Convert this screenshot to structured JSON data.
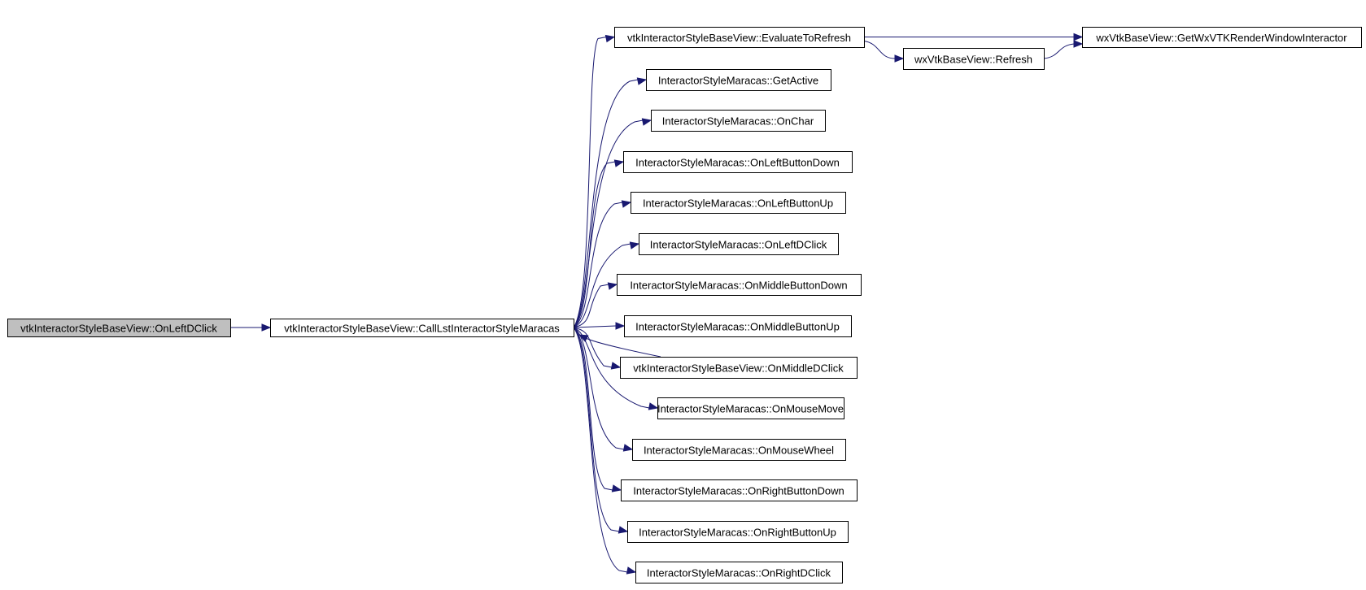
{
  "diagram": {
    "nodes": [
      {
        "id": "root",
        "label": "vtkInteractorStyleBaseView::OnLeftDClick",
        "highlighted": true
      },
      {
        "id": "call",
        "label": "vtkInteractorStyleBaseView::CallLstInteractorStyleMaracas"
      },
      {
        "id": "eval",
        "label": "vtkInteractorStyleBaseView::EvaluateToRefresh"
      },
      {
        "id": "getwx",
        "label": "wxVtkBaseView::GetWxVTKRenderWindowInteractor"
      },
      {
        "id": "refresh",
        "label": "wxVtkBaseView::Refresh"
      },
      {
        "id": "getactive",
        "label": "InteractorStyleMaracas::GetActive"
      },
      {
        "id": "onchar",
        "label": "InteractorStyleMaracas::OnChar"
      },
      {
        "id": "lbd",
        "label": "InteractorStyleMaracas::OnLeftButtonDown"
      },
      {
        "id": "lbu",
        "label": "InteractorStyleMaracas::OnLeftButtonUp"
      },
      {
        "id": "ldc",
        "label": "InteractorStyleMaracas::OnLeftDClick"
      },
      {
        "id": "mbd",
        "label": "InteractorStyleMaracas::OnMiddleButtonDown"
      },
      {
        "id": "mbu",
        "label": "InteractorStyleMaracas::OnMiddleButtonUp"
      },
      {
        "id": "mdc",
        "label": "vtkInteractorStyleBaseView::OnMiddleDClick"
      },
      {
        "id": "mm",
        "label": "InteractorStyleMaracas::OnMouseMove"
      },
      {
        "id": "mw",
        "label": "InteractorStyleMaracas::OnMouseWheel"
      },
      {
        "id": "rbd",
        "label": "InteractorStyleMaracas::OnRightButtonDown"
      },
      {
        "id": "rbu",
        "label": "InteractorStyleMaracas::OnRightButtonUp"
      },
      {
        "id": "rdc",
        "label": "InteractorStyleMaracas::OnRightDClick"
      }
    ],
    "edges": [
      {
        "from": "root",
        "to": "call"
      },
      {
        "from": "call",
        "to": "eval"
      },
      {
        "from": "call",
        "to": "getactive"
      },
      {
        "from": "call",
        "to": "onchar"
      },
      {
        "from": "call",
        "to": "lbd"
      },
      {
        "from": "call",
        "to": "lbu"
      },
      {
        "from": "call",
        "to": "ldc"
      },
      {
        "from": "call",
        "to": "mbd"
      },
      {
        "from": "call",
        "to": "mbu"
      },
      {
        "from": "call",
        "to": "mdc"
      },
      {
        "from": "call",
        "to": "mm"
      },
      {
        "from": "call",
        "to": "mw"
      },
      {
        "from": "call",
        "to": "rbd"
      },
      {
        "from": "call",
        "to": "rbu"
      },
      {
        "from": "call",
        "to": "rdc"
      },
      {
        "from": "mdc",
        "to": "call"
      },
      {
        "from": "eval",
        "to": "getwx"
      },
      {
        "from": "eval",
        "to": "refresh"
      },
      {
        "from": "refresh",
        "to": "getwx"
      }
    ],
    "colors": {
      "edge": "#191970",
      "root_fill": "#bfbfbf",
      "node_fill": "#ffffff",
      "node_border": "#000000"
    }
  }
}
